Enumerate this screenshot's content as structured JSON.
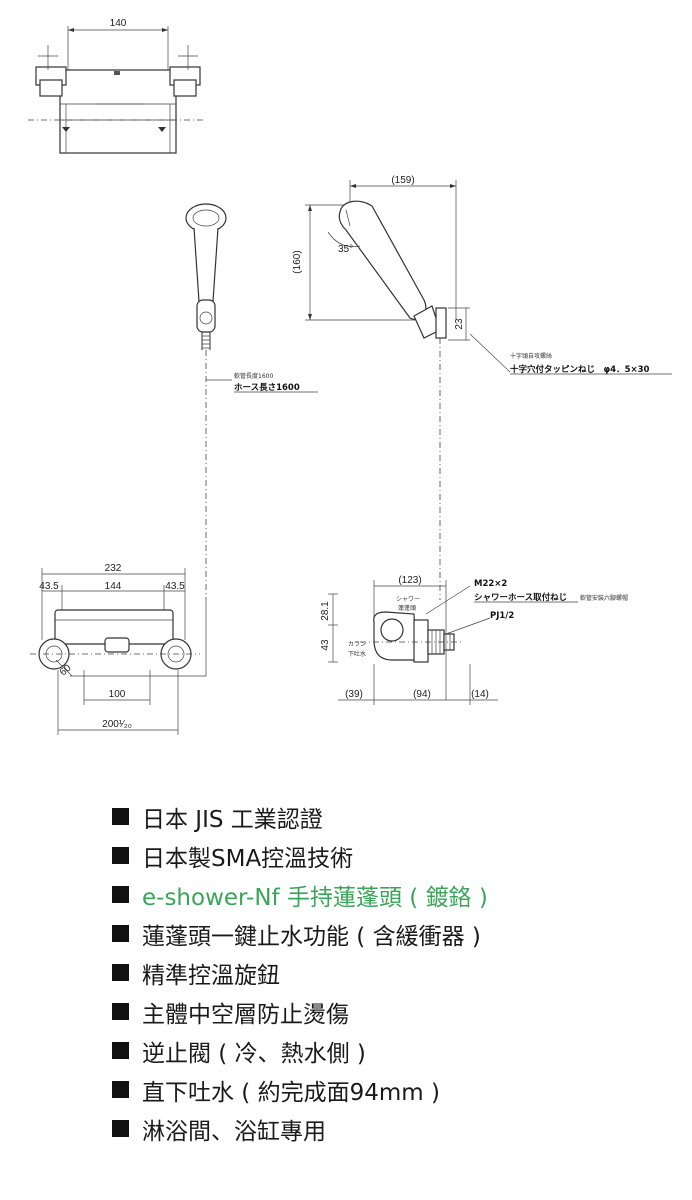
{
  "drawing": {
    "top_view": {
      "width_dim": "140"
    },
    "side_view": {
      "width_dim": "(159)",
      "height_dim": "(160)",
      "angle": "35°",
      "bracket_dim": "23",
      "screw_label_small": "十字頭自攻螺絲",
      "screw_label": "十字穴付タッピンねじ　φ4．5×30"
    },
    "hose": {
      "label_small": "軟管長度1600",
      "label": "ホース長さ1600"
    },
    "front_view": {
      "total_width": "232",
      "left_offset": "43.5",
      "center_width": "144",
      "right_offset": "43.5",
      "small_dim": "60",
      "bottom_inner": "100",
      "bottom_outer": "200¹⁄₂₀"
    },
    "right_view": {
      "top_dim": "(123)",
      "shower_label": "シャワー",
      "shower_label_small": "蓮蓬頭",
      "karan_label": "カラン",
      "karan_label_small": "下吐水",
      "m22": "M22×2",
      "hose_fitting": "シャワーホース取付ねじ",
      "hose_fitting_small": "軟管安裝六腳螺帽",
      "pj": "PJ1/2",
      "h1": "28.1",
      "h2": "43",
      "d1": "(39)",
      "d2": "(94)",
      "d3": "(14)"
    }
  },
  "features": [
    "日本 JIS 工業認證",
    "日本製SMA控溫技術",
    "e-shower-Nf 手持蓮蓬頭 ( 鍍鉻 )",
    "蓮蓬頭一鍵止水功能 ( 含緩衝器 )",
    "精準控溫旋鈕",
    "主體中空層防止燙傷",
    "逆止閥 ( 冷、熱水側 )",
    "直下吐水 ( 約完成面94mm )",
    "淋浴間、浴缸專用"
  ],
  "colors": {
    "highlight": "#3aa55a",
    "text": "#1a1a1a",
    "bullet": "#111111"
  }
}
